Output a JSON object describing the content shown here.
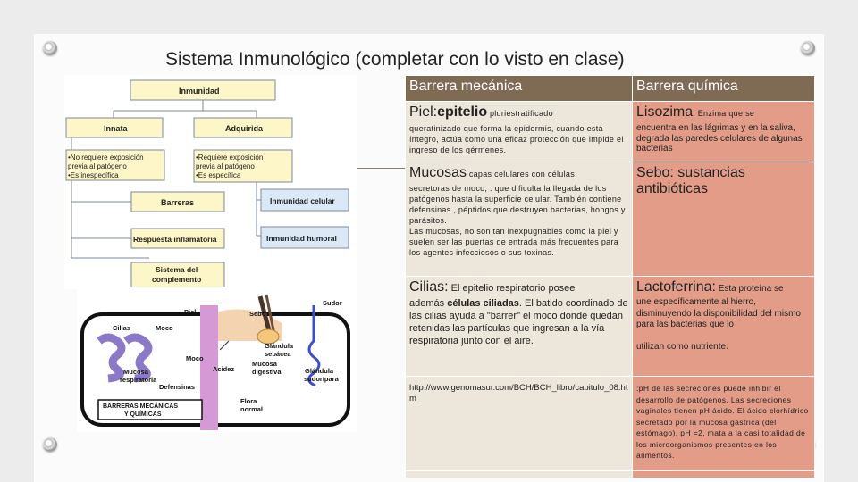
{
  "slide": {
    "title": "Sistema Inmunológico (completar con lo visto en clase)"
  },
  "diagram": {
    "inmunidad": "Inmunidad",
    "innata": "Innata",
    "adquirida": "Adquirida",
    "innata_desc": [
      "•No requiere exposición",
      "previa al patógeno",
      "•Es inespecífica"
    ],
    "adquirida_desc": [
      "•Requiere exposición",
      "previa al patógeno",
      "•Es específica"
    ],
    "barreras": "Barreras",
    "respuesta_inflamatoria": "Respuesta inflamatoria",
    "sistema_complemento": [
      "Sistema del",
      "complemento"
    ],
    "inmunidad_celular": "Inmunidad celular",
    "inmunidad_humoral": "Inmunidad humoral"
  },
  "illustration": {
    "labels": {
      "piel": "Piel",
      "sebo": "Sebo",
      "sudor": "Sudor",
      "cilias": "Cilias",
      "moco_top": "Moco",
      "moco": "Moco",
      "glandula_sebacea": [
        "Glándula",
        "sebácea"
      ],
      "mucosa_respiratoria": [
        "Mucosa",
        "respiratoria"
      ],
      "acidez": "Acidez",
      "mucosa_digestiva": [
        "Mucosa",
        "digestiva"
      ],
      "glandula_sudoripara": [
        "Glándula",
        "sudorípara"
      ],
      "defensinas": "Defensinas",
      "barreras_box": [
        "BARRERAS MECÁNICAS",
        "Y QUÍMICAS"
      ],
      "flora_normal": [
        "Flora",
        "normal"
      ]
    }
  },
  "table": {
    "headers": [
      "Barrera mecánica",
      "Barrera química"
    ],
    "rows": [
      {
        "left_title": "Piel:",
        "left_title_bold": "epitelio",
        "left_title_rest": " pluriestratificado",
        "left_body": "queratinizado que forma la epidermis, cuando está íntegro, actúa como una eficaz protección que impide el ingreso de los gérmenes.",
        "right_title": "Lisozima",
        "right_title_rest": ": Enzima que se",
        "right_body": "encuentra en las lágrimas y en la saliva, degrada las paredes celulares de algunas bacterias"
      },
      {
        "left_title": "Mucosas",
        "left_title_rest": " capas celulares con células",
        "left_body": "secretoras de moco, . que dificulta la llegada de los patógenos hasta la superficie celular. También contiene defensinas., péptidos que destruyen bacterias, hongos y parásitos.",
        "left_body2": "Las mucosas, no son tan inexpugnables como la piel y suelen ser las puertas de entrada más frecuentes para los agentes infecciosos o sus toxinas.",
        "right_title": "Sebo: sustancias antibióticas"
      },
      {
        "left_title": "Cilias:",
        "left_title_rest": " El epitelio respiratorio posee",
        "left_body_pre": "además ",
        "left_body_bold": "células ciliadas",
        "left_body": ". El batido coordinado de las cilias ayuda a \"barrer\" el moco donde quedan retenidas las partículas que ingresan a la vía respiratoria junto con el aire.",
        "right_title": "Lactoferrina:",
        "right_title_rest": " Esta proteína se",
        "right_body": "une específicamente al hierro, disminuyendo la disponibilidad del mismo para las bacterias que lo",
        "right_body2": "utilizan como nutriente",
        "right_body2_end": "."
      },
      {
        "left_body": "http://www.genomasur.com/BCH/BCH_libro/capitulo_08.htm",
        "right_body": ":pH de las secreciones puede inhibir el desarrollo de patógenos. Las secreciones vaginales tienen pH ácido. El ácido clorhídrico secretado por la mucosa gástrica (del estómago), pH =2, mata a la casi totalidad de los microorganismos presentes en los alimentos."
      }
    ]
  },
  "colors": {
    "header": "#7f6b53",
    "left_cell": "#ede6da",
    "right_cell": "#e39c88",
    "diagram_box": "#fdf6c8",
    "diagram_box_blue": "#dbe9f6"
  }
}
